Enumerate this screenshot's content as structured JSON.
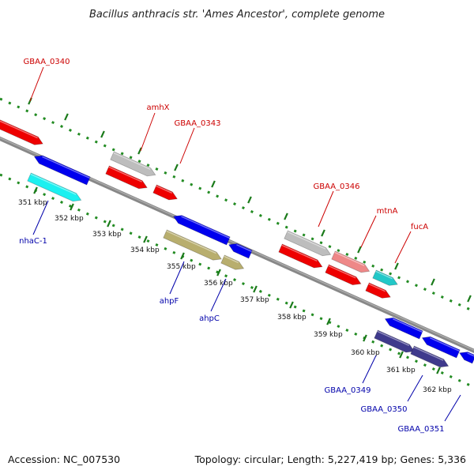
{
  "title": "Bacillus anthracis str. 'Ames Ancestor', complete genome",
  "footer": {
    "accession": "Accession: NC_007530",
    "topology": "Topology: circular; Length: 5,227,419 bp; Genes: 5,336"
  },
  "colors": {
    "backbone": "#888888",
    "dots": "#228b22",
    "ticks": "#1a7a1a",
    "label_top": "#cc0000",
    "label_bottom": "#0000aa",
    "red": "#ee0000",
    "light_red": "#ee8888",
    "gray": "#bdbdbd",
    "teal": "#22c8c8",
    "blue": "#0000ee",
    "cyan": "#1cf0f0",
    "olive": "#b8ae6e",
    "purple": "#3f3a8c"
  },
  "ticks": [
    "351 kbp",
    "352 kbp",
    "353 kbp",
    "354 kbp",
    "355 kbp",
    "356 kbp",
    "357 kbp",
    "358 kbp",
    "359 kbp",
    "360 kbp",
    "361 kbp",
    "362 kbp"
  ],
  "genes": {
    "top": [
      "GBAA_0340",
      "amhX",
      "GBAA_0343",
      "GBAA_0346",
      "mtnA",
      "fucA"
    ],
    "bottom": [
      "nhaC-1",
      "ahpF",
      "ahpC",
      "GBAA_0349",
      "GBAA_0350",
      "GBAA_0351"
    ]
  }
}
